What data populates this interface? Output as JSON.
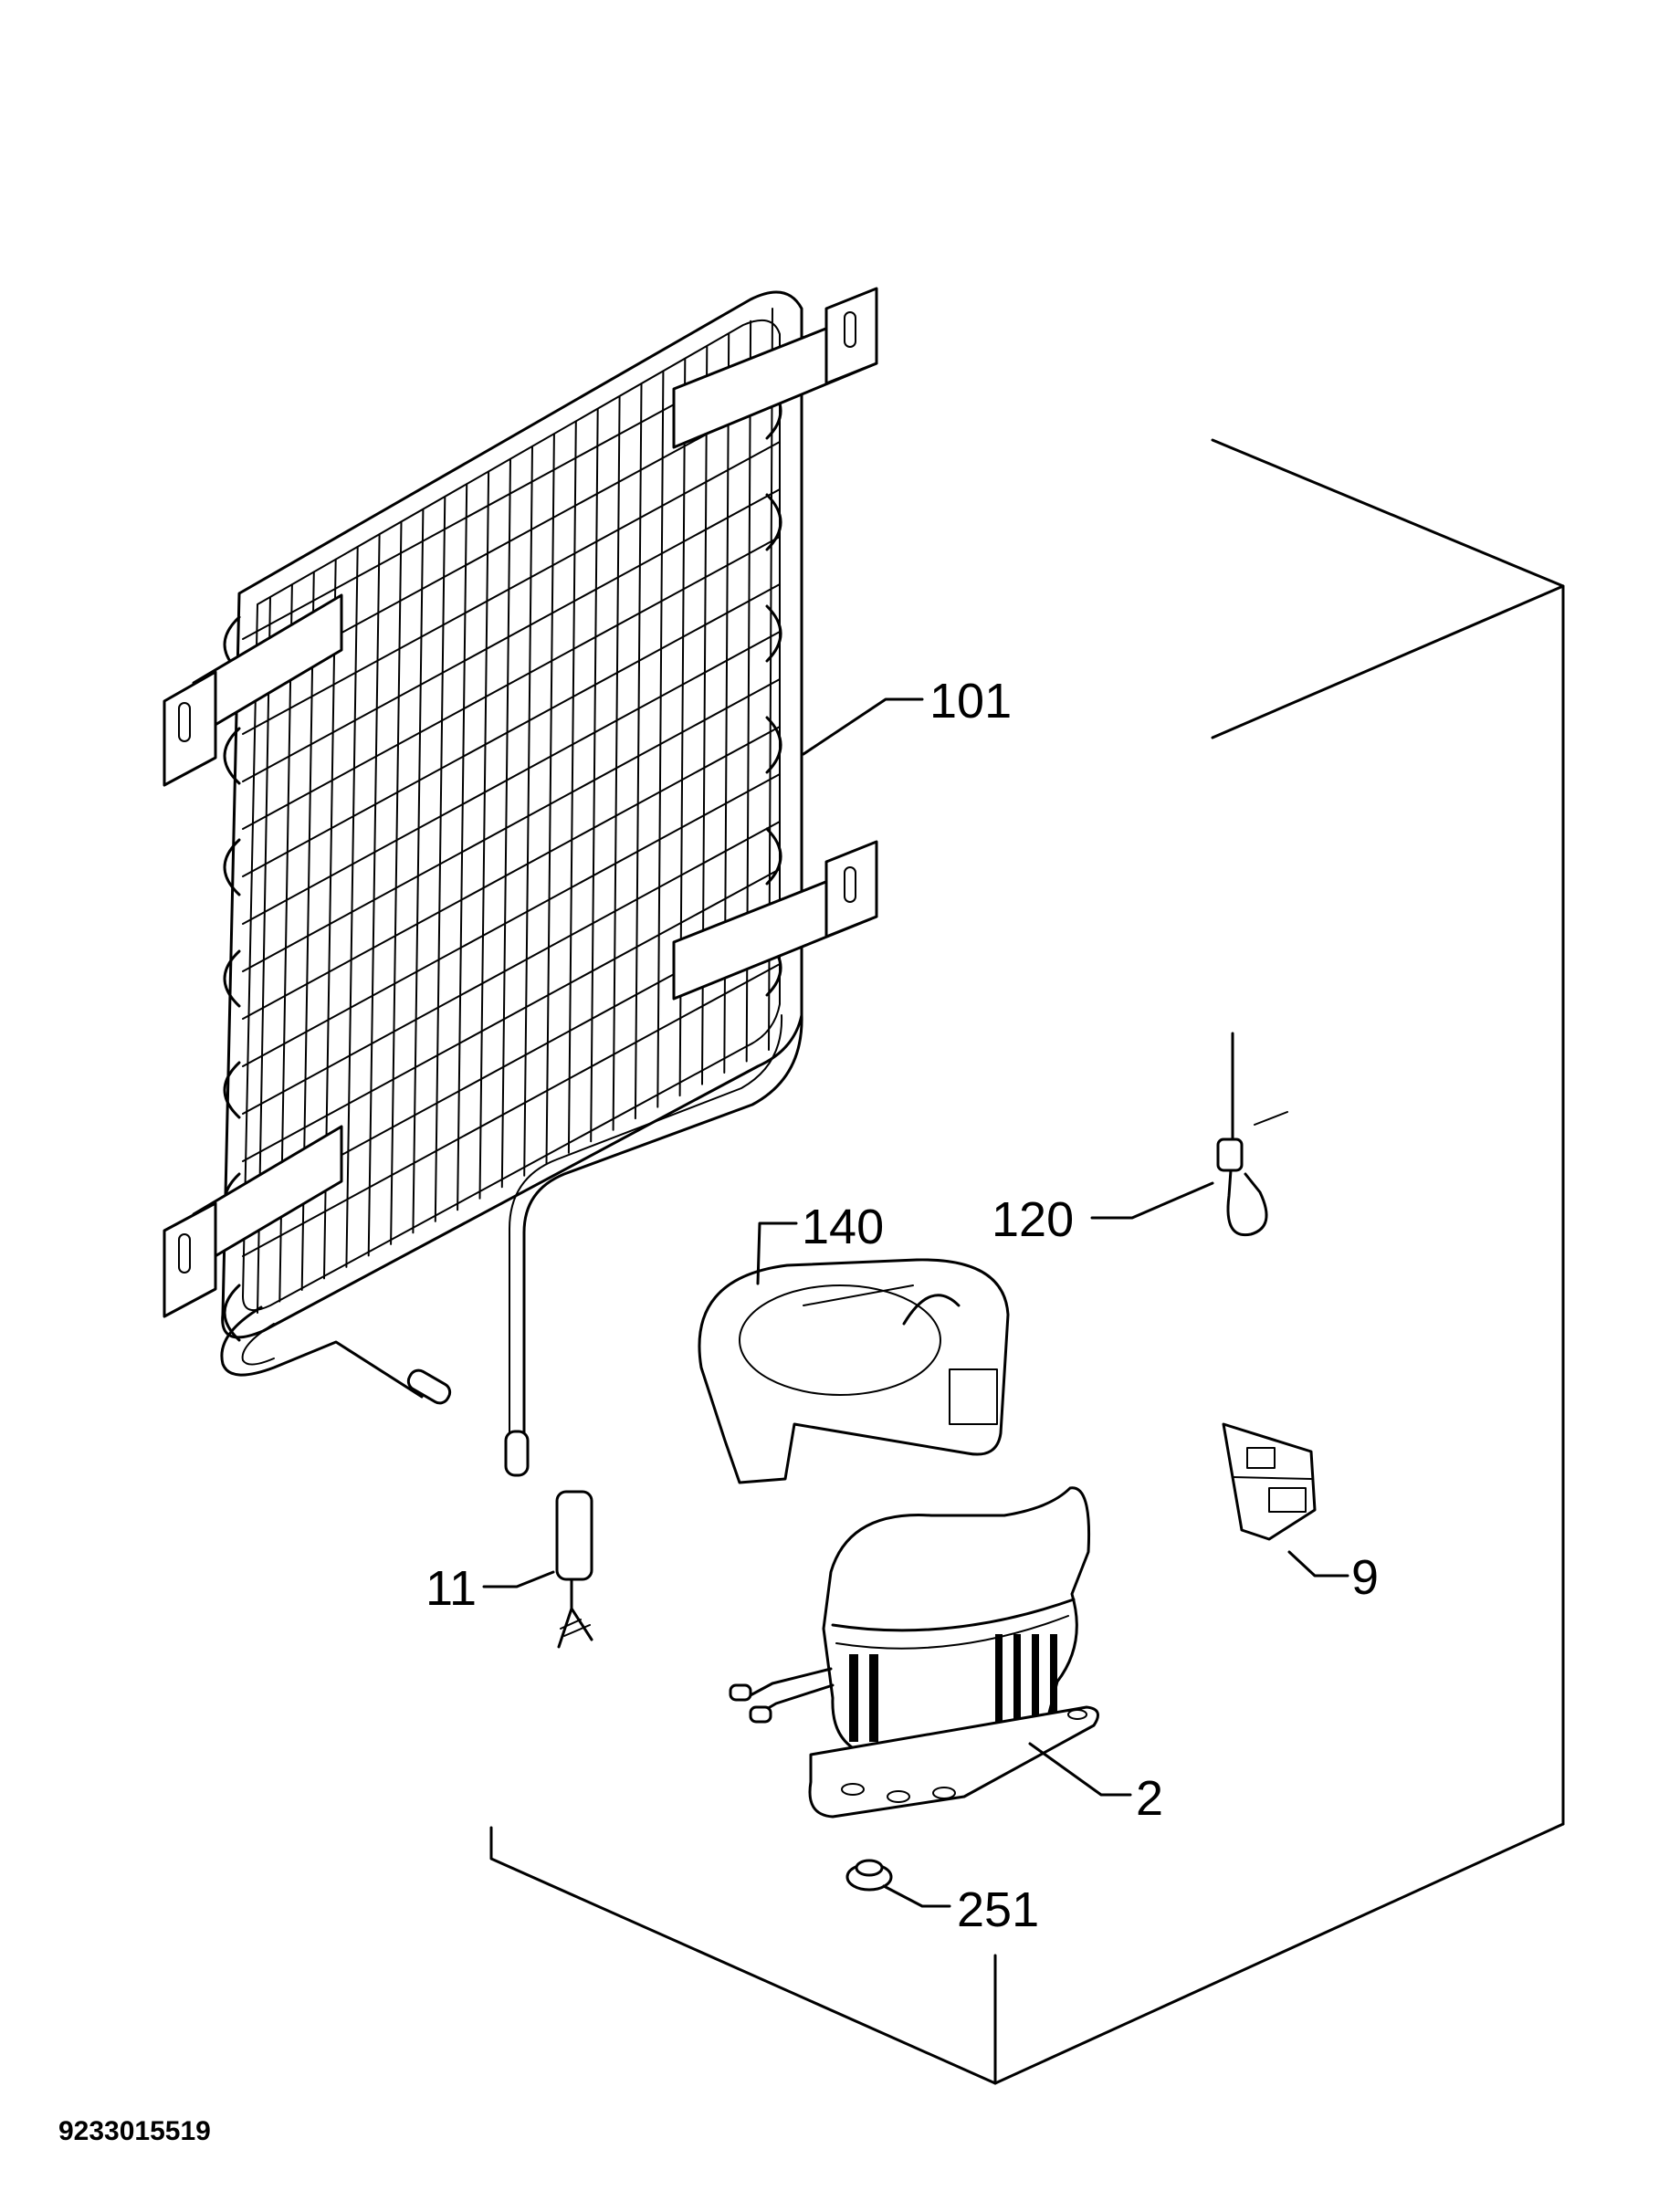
{
  "diagram": {
    "callouts": {
      "c101": "101",
      "c140": "140",
      "c120": "120",
      "c11": "11",
      "c9": "9",
      "c2": "2",
      "c251": "251"
    },
    "document_number": "9233015519"
  }
}
